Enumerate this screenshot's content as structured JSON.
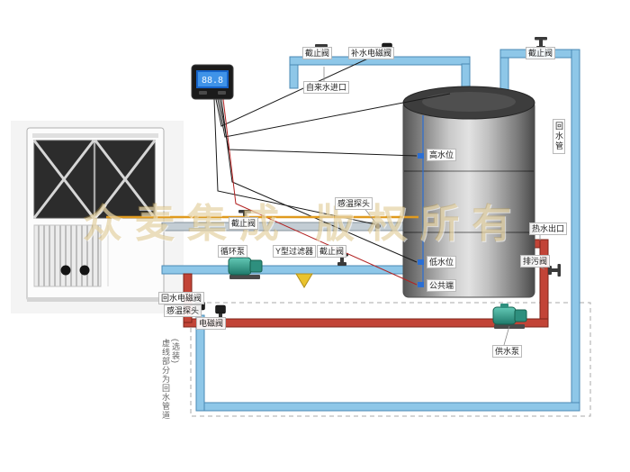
{
  "diagram": {
    "watermark": "众麦集成 版权所有",
    "controller": {
      "display": "88.8"
    },
    "labels": {
      "stop_valve_top": "截止阀",
      "refill_solenoid": "补水电磁阀",
      "tap_water_inlet": "自来水进口",
      "stop_valve_top_right": "截止阀",
      "return_pipe": "回水管",
      "high_level": "高水位",
      "temp_probe_tank": "感温探头",
      "stop_valve_circ_left": "截止阀",
      "circulation_pump": "循环泵",
      "y_filter": "Y型过滤器",
      "stop_valve_circ_mid": "截止阀",
      "low_level": "低水位",
      "common_terminal": "公共端",
      "hot_water_outlet": "热水出口",
      "drain_valve": "排污阀",
      "return_solenoid_valve": "回水电磁阀",
      "temp_probe_return": "感温探头",
      "solenoid_valve": "电磁阀",
      "supply_pump": "供水泵",
      "optional_note": "虚线部分为回水管道(选装)"
    },
    "colors": {
      "cold_pipe": "#8ec7e8",
      "hot_pipe": "#c24437",
      "pump_body": "#2e8f7e",
      "filter_yellow": "#eac32d",
      "sensor_blue": "#2b6fd4",
      "wire_orange": "#e09a1e"
    }
  }
}
